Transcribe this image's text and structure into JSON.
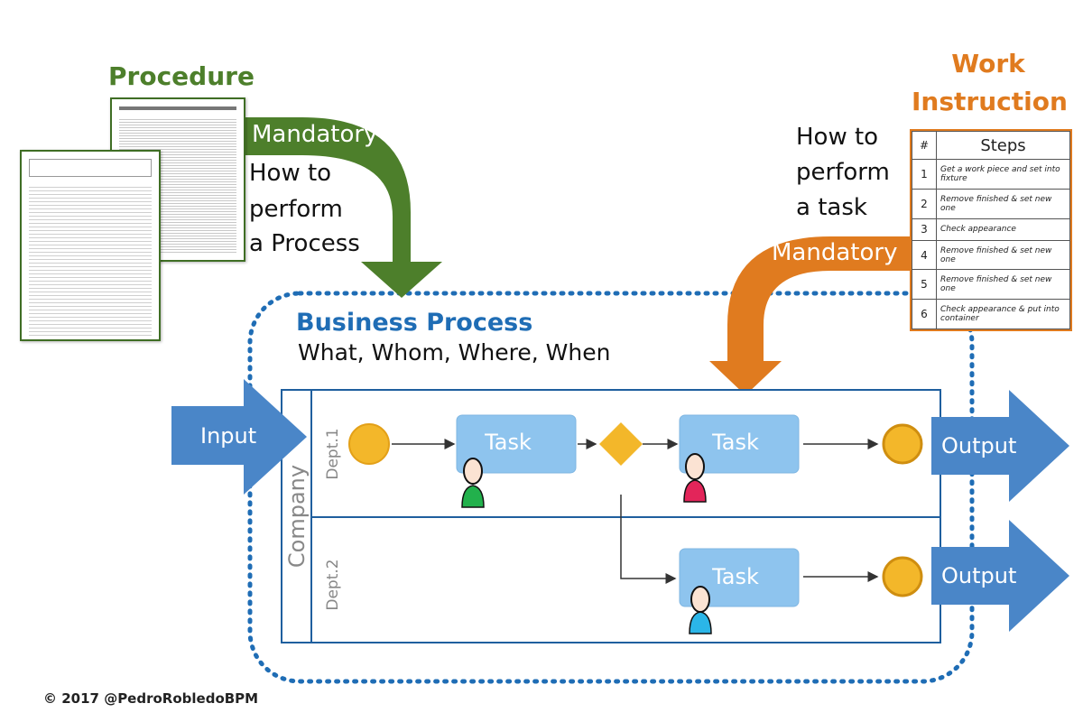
{
  "procedure": {
    "title": "Procedure",
    "mandatory_label": "Mandatory",
    "description_lines": [
      "How to",
      "perform",
      "a Process"
    ]
  },
  "work_instruction": {
    "title_lines": [
      "Work",
      "Instruction"
    ],
    "mandatory_label": "Mandatory",
    "description_lines": [
      "How to",
      "perform",
      "a task"
    ],
    "table_headers": [
      "#",
      "Steps"
    ],
    "steps": [
      {
        "n": "1",
        "text": "Get a work piece and set into fixture"
      },
      {
        "n": "2",
        "text": "Remove finished & set new one"
      },
      {
        "n": "3",
        "text": "Check appearance"
      },
      {
        "n": "4",
        "text": "Remove finished & set new one"
      },
      {
        "n": "5",
        "text": "Remove finished & set new one"
      },
      {
        "n": "6",
        "text": "Check appearance & put into container"
      }
    ]
  },
  "business_process": {
    "title": "Business Process",
    "subtitle": "What, Whom, Where, When"
  },
  "pool": {
    "label": "Company",
    "lanes": [
      "Dept.1",
      "Dept.2"
    ]
  },
  "flow": {
    "input_label": "Input",
    "output_labels": [
      "Output",
      "Output"
    ],
    "task_labels": [
      "Task",
      "Task",
      "Task"
    ]
  },
  "copyright": "© 2017 @PedroRobledoBPM",
  "colors": {
    "green": "#4d7f2b",
    "orange": "#e07b1f",
    "blue_title": "#1f6db5",
    "arrow_blue": "#4a86c8",
    "task_blue": "#8ec4ee",
    "event_yellow": "#f3b72a",
    "lane_border": "#1f5f9e"
  }
}
